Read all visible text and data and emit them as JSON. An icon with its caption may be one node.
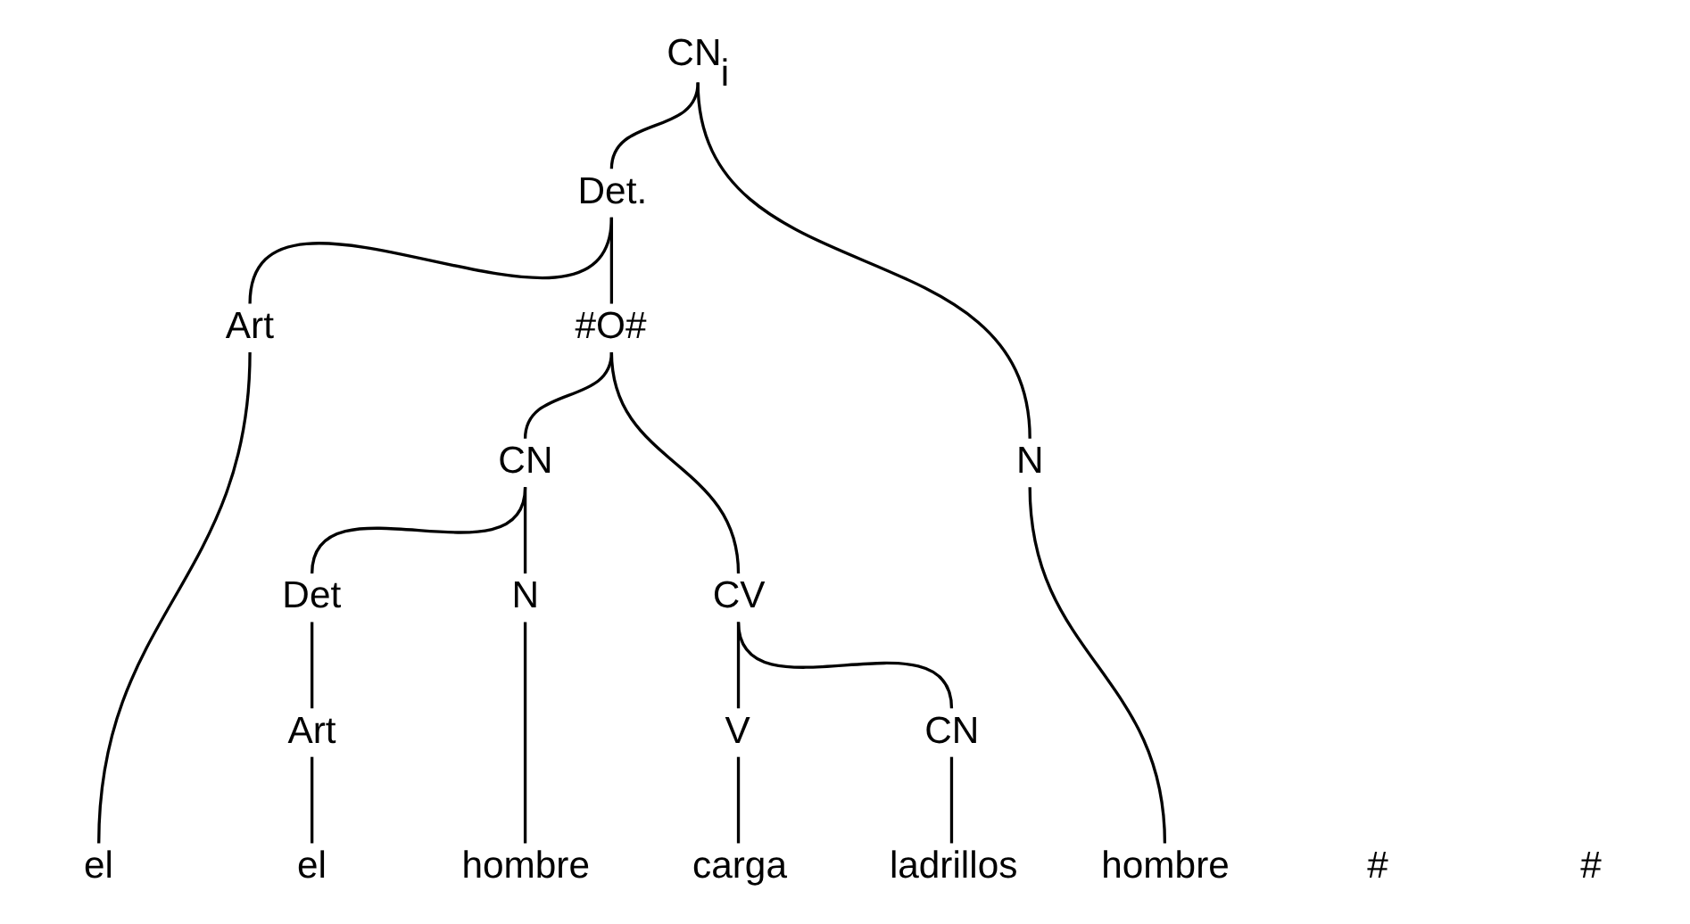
{
  "diagram": {
    "nodes": [
      {
        "text": [
          "CN$_{i}$"
        ]
      },
      {
        "text": [
          "Det."
        ]
      },
      {
        "text": [
          "N"
        ]
      },
      {
        "text": [
          "Art"
        ]
      },
      {
        "text": [
          "#O#"
        ]
      },
      {
        "text": [
          "CN"
        ]
      },
      {
        "text": [
          "CV"
        ]
      },
      {
        "text": [
          "Det"
        ]
      },
      {
        "text": [
          "N"
        ]
      },
      {
        "text": [
          "V"
        ]
      },
      {
        "text": [
          "CN"
        ]
      },
      {
        "text": [
          "Art"
        ]
      },
      {
        "text": [
          "el"
        ]
      },
      {
        "text": [
          "el"
        ]
      },
      {
        "text": [
          "hombre"
        ]
      },
      {
        "text": [
          "carga"
        ]
      },
      {
        "text": [
          "ladrillos"
        ]
      },
      {
        "text": [
          "hombre"
        ]
      }
    ],
    "edges": [
      {
        "from": 0,
        "to": 1,
        "arrow": "none"
      },
      {
        "from": 0,
        "to": 2,
        "arrow": "none"
      },
      {
        "from": 1,
        "to": 3,
        "arrow": "none"
      },
      {
        "from": 1,
        "to": 4,
        "arrow": "none"
      },
      {
        "from": 4,
        "to": 5,
        "arrow": "none"
      },
      {
        "from": 4,
        "to": 6,
        "arrow": "none"
      },
      {
        "from": 5,
        "to": 7,
        "arrow": "none"
      },
      {
        "from": 5,
        "to": 8,
        "arrow": "none"
      },
      {
        "from": 7,
        "to": 11,
        "arrow": "none"
      },
      {
        "from": 6,
        "to": 9,
        "arrow": "none"
      },
      {
        "from": 6,
        "to": 10,
        "arrow": "none"
      },
      {
        "from": 3,
        "to": 12,
        "arrow": "none"
      },
      {
        "from": 11,
        "to": 13,
        "arrow": "none"
      },
      {
        "from": 8,
        "to": 14,
        "arrow": "none"
      },
      {
        "from": 9,
        "to": 15,
        "arrow": "none"
      },
      {
        "from": 10,
        "to": 16,
        "arrow": "none"
      },
      {
        "from": 2,
        "to": 17,
        "arrow": "none"
      }
    ],
    "labels": [
      "#",
      "#"
    ]
  }
}
